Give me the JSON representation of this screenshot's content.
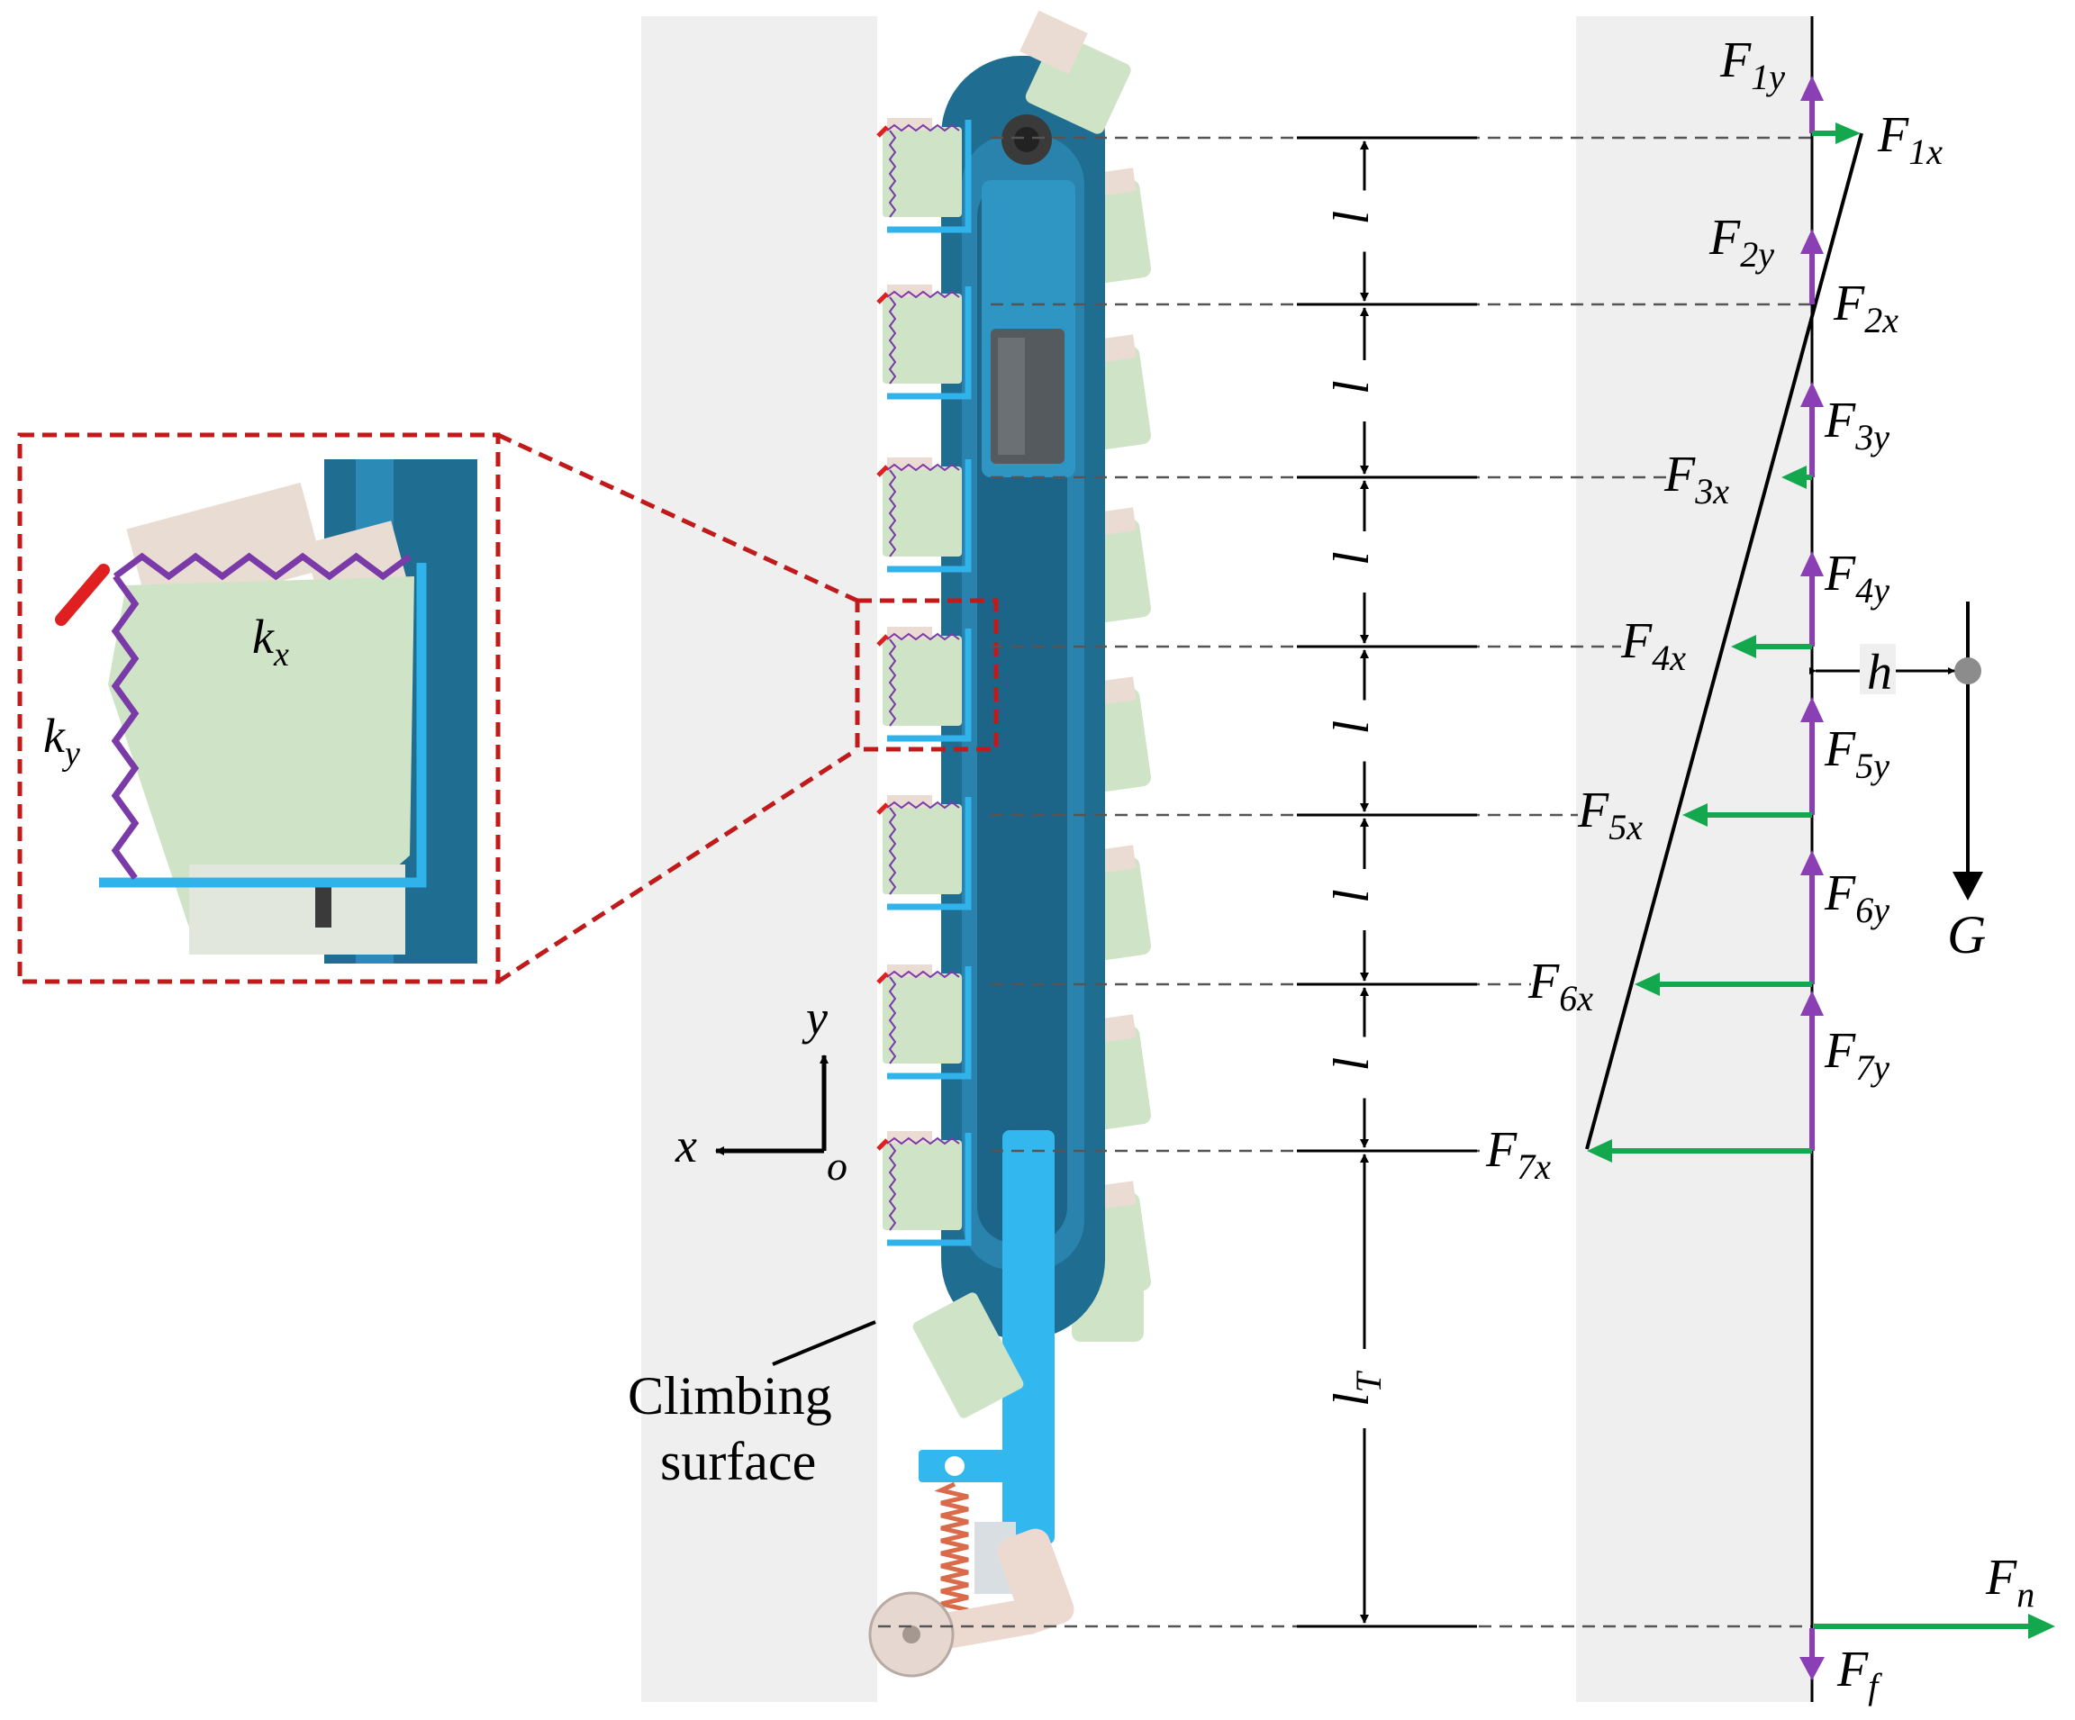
{
  "spring_labels": {
    "kx": "k",
    "kx_sub": "x",
    "ky": "k",
    "ky_sub": "y"
  },
  "axes": {
    "x": "x",
    "y": "y",
    "origin": "o"
  },
  "climbing_surface": {
    "line1": "Climbing",
    "line2": "surface"
  },
  "dimensions": {
    "pitch": "l",
    "tail": "l",
    "tail_sub": "T"
  },
  "forces_y": [
    {
      "main": "F",
      "sub": "1y"
    },
    {
      "main": "F",
      "sub": "2y"
    },
    {
      "main": "F",
      "sub": "3y"
    },
    {
      "main": "F",
      "sub": "4y"
    },
    {
      "main": "F",
      "sub": "5y"
    },
    {
      "main": "F",
      "sub": "6y"
    },
    {
      "main": "F",
      "sub": "7y"
    }
  ],
  "forces_x": [
    {
      "main": "F",
      "sub": "1x"
    },
    {
      "main": "F",
      "sub": "2x"
    },
    {
      "main": "F",
      "sub": "3x"
    },
    {
      "main": "F",
      "sub": "4x"
    },
    {
      "main": "F",
      "sub": "5x"
    },
    {
      "main": "F",
      "sub": "6x"
    },
    {
      "main": "F",
      "sub": "7x"
    }
  ],
  "other_forces": {
    "gravity": "G",
    "offset": "h",
    "normal": {
      "main": "F",
      "sub": "n"
    },
    "friction": {
      "main": "F",
      "sub": "f"
    }
  },
  "colors": {
    "surface": "#efefef",
    "track_dark": "#1f6e92",
    "track": "#2a83ad",
    "track_light": "#3fa0c9",
    "pad": "#cfe3c6",
    "bracket": "#2fb3ea",
    "tail": "#32b8ef",
    "spring": "#7a3aa8",
    "hook": "#e02020",
    "force_y": "#8a3fb4",
    "force_x": "#13a84e",
    "zoom_box": "#c01a1a"
  }
}
